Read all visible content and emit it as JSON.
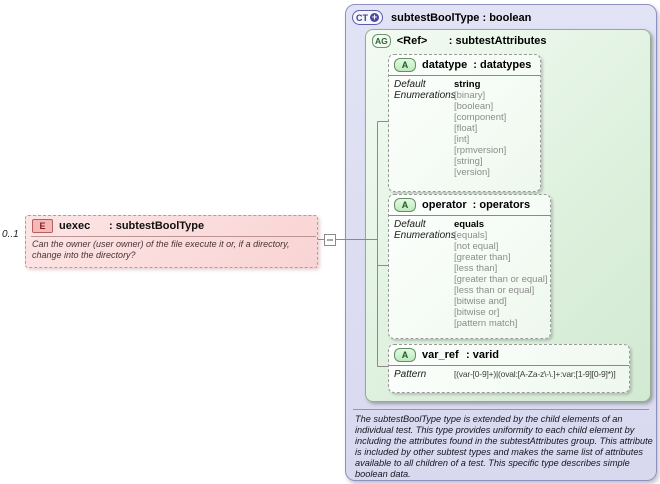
{
  "colors": {
    "complex_type_fill": "#dcdcf2",
    "attribute_group_fill": "#e3f5e3",
    "attribute_badge_green": "#cdeecd",
    "element_fill": "#fbdbdb",
    "connector_gray": "#8a8a8a"
  },
  "element": {
    "cardinality": "0..1",
    "badge": "E",
    "name": "uexec",
    "type": ": subtestBoolType",
    "annotation": "Can the owner (user owner) of the file execute it or, if a directory, change into the directory?"
  },
  "complex_type": {
    "badge": "CT",
    "expand_icon": "+",
    "title": "subtestBoolType : boolean",
    "footer": "The subtestBoolType type is extended by the child elements of an individual test.  This type provides uniformity to each child element by including the attributes found in the subtestAttributes group.  This attribute is included by other subtest types and makes the same list of attributes available to all children of a test.  This specific type describes simple boolean data."
  },
  "attribute_group": {
    "badge": "AG",
    "ref": "<Ref>",
    "type": ": subtestAttributes"
  },
  "attributes": [
    {
      "badge": "A",
      "name": "datatype",
      "type": ": datatypes",
      "default_label": "Default",
      "default_value": "string",
      "enum_label": "Enumerations",
      "enums": [
        "[binary]",
        "[boolean]",
        "[component]",
        "[float]",
        "[int]",
        "[rpmversion]",
        "[string]",
        "[version]"
      ]
    },
    {
      "badge": "A",
      "name": "operator",
      "type": ": operators",
      "default_label": "Default",
      "default_value": "equals",
      "enum_label": "Enumerations",
      "enums": [
        "[equals]",
        "[not equal]",
        "[greater than]",
        "[less than]",
        "[greater than or equal]",
        "[less than or equal]",
        "[bitwise and]",
        "[bitwise or]",
        "[pattern match]"
      ]
    },
    {
      "badge": "A",
      "name": "var_ref",
      "type": ": varid",
      "pattern_label": "Pattern",
      "pattern_value": "[(var-[0-9]+)|(oval:[A-Za-z\\-\\.]+:var:[1-9][0-9]*)]"
    }
  ]
}
